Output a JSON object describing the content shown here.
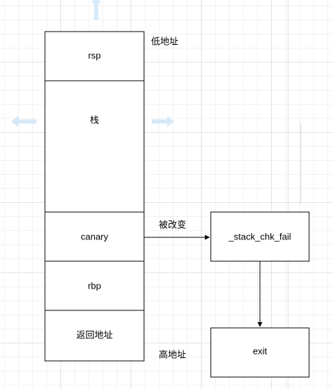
{
  "stack": {
    "cells": [
      {
        "key": "rsp",
        "label": "rsp"
      },
      {
        "key": "stack",
        "label": "栈"
      },
      {
        "key": "canary",
        "label": "canary"
      },
      {
        "key": "rbp",
        "label": "rbp"
      },
      {
        "key": "return-address",
        "label": "返回地址"
      }
    ],
    "low_address_label": "低地址",
    "high_address_label": "高地址"
  },
  "flow": {
    "modified_label": "被改变",
    "check_fail_label": "_stack_chk_fail",
    "exit_label": "exit"
  },
  "colors": {
    "stroke": "#000000",
    "fill": "#ffffff",
    "guide_arrow": "#d6e9f8",
    "grid_major": "#e3e3e3",
    "grid_minor": "#f2f2f2"
  }
}
